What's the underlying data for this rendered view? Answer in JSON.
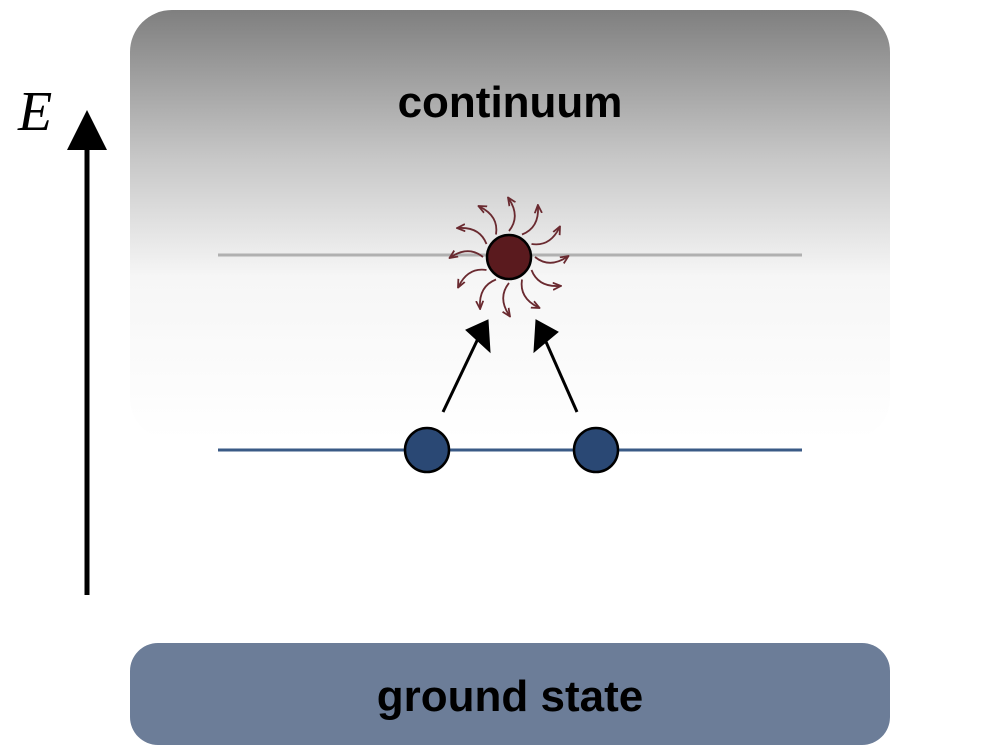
{
  "labels": {
    "continuum": "continuum",
    "ground_state": "ground state",
    "axis": "E"
  },
  "colors": {
    "continuum_top": "#808080",
    "ground_state_fill": "#6c7d98",
    "bound_level_line": "#3a5a86",
    "electron_fill": "#2a4874",
    "excited_fill": "#5a1a1e",
    "emission_arrows": "#6a2a30",
    "excited_level_line": "#b0b0b0"
  },
  "elements": {
    "bound_electron_count": 2,
    "excited_particle_count": 1,
    "excitation_arrow_count": 2,
    "emission_arrow_count": 12
  }
}
